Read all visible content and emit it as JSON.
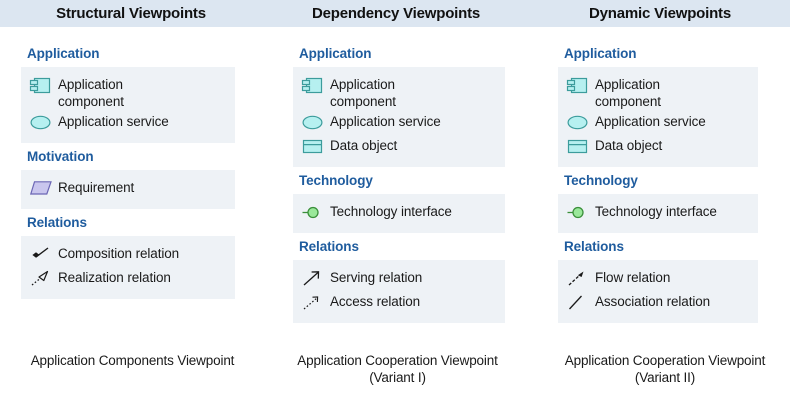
{
  "headers": [
    {
      "title": "Structural Viewpoints"
    },
    {
      "title": "Dependency Viewpoints"
    },
    {
      "title": "Dynamic Viewpoints"
    }
  ],
  "columns": [
    {
      "caption_line1": "Application Components Viewpoint",
      "caption_line2": "",
      "groups": [
        {
          "title": "Application",
          "items": [
            {
              "label": "Application component",
              "icon": "application-component-icon"
            },
            {
              "label": "Application service",
              "icon": "application-service-icon"
            }
          ]
        },
        {
          "title": "Motivation",
          "items": [
            {
              "label": "Requirement",
              "icon": "requirement-icon"
            }
          ]
        },
        {
          "title": "Relations",
          "items": [
            {
              "label": "Composition relation",
              "icon": "composition-relation-icon"
            },
            {
              "label": "Realization relation",
              "icon": "realization-relation-icon"
            }
          ]
        }
      ]
    },
    {
      "caption_line1": "Application Cooperation Viewpoint",
      "caption_line2": "(Variant I)",
      "groups": [
        {
          "title": "Application",
          "items": [
            {
              "label": "Application component",
              "icon": "application-component-icon"
            },
            {
              "label": "Application service",
              "icon": "application-service-icon"
            },
            {
              "label": "Data object",
              "icon": "data-object-icon"
            }
          ]
        },
        {
          "title": "Technology",
          "items": [
            {
              "label": "Technology interface",
              "icon": "technology-interface-icon"
            }
          ]
        },
        {
          "title": "Relations",
          "items": [
            {
              "label": "Serving relation",
              "icon": "serving-relation-icon"
            },
            {
              "label": "Access relation",
              "icon": "access-relation-icon"
            }
          ]
        }
      ]
    },
    {
      "caption_line1": "Application Cooperation Viewpoint",
      "caption_line2": "(Variant II)",
      "groups": [
        {
          "title": "Application",
          "items": [
            {
              "label": "Application component",
              "icon": "application-component-icon"
            },
            {
              "label": "Application service",
              "icon": "application-service-icon"
            },
            {
              "label": "Data object",
              "icon": "data-object-icon"
            }
          ]
        },
        {
          "title": "Technology",
          "items": [
            {
              "label": "Technology interface",
              "icon": "technology-interface-icon"
            }
          ]
        },
        {
          "title": "Relations",
          "items": [
            {
              "label": "Flow relation",
              "icon": "flow-relation-icon"
            },
            {
              "label": "Association relation",
              "icon": "association-relation-icon"
            }
          ]
        }
      ]
    }
  ],
  "colors": {
    "header_band": "#dce6f1",
    "group_title": "#1f5c9e",
    "item_strip": "#eef2f6",
    "application_fill": "#b6f0f0",
    "application_stroke": "#3c9c9c",
    "motivation_fill": "#c9c6ee",
    "motivation_stroke": "#6b66b5",
    "technology_fill": "#9ae89a",
    "technology_stroke": "#3a8f3a",
    "relation_stroke": "#1a1a1a",
    "text": "#1a1a1a"
  }
}
